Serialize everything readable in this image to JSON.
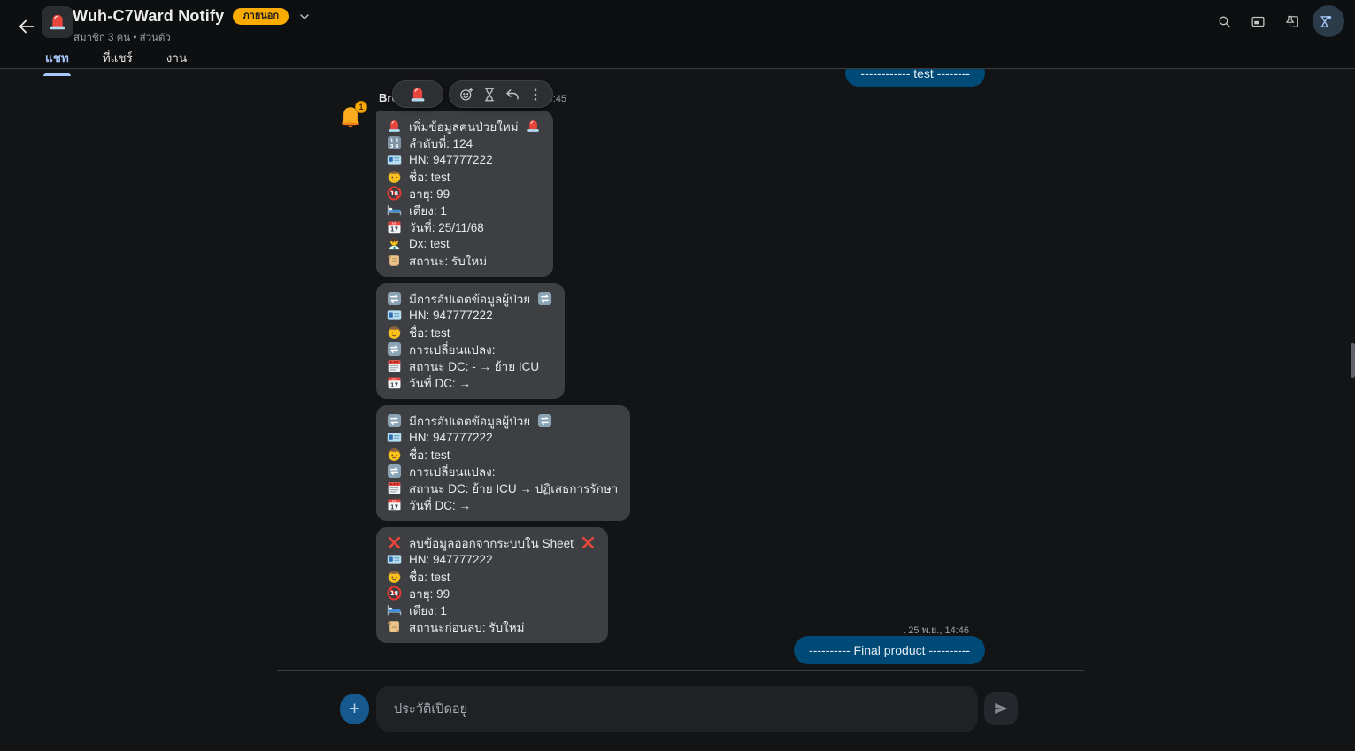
{
  "header": {
    "title": "Wuh-C7Ward Notify",
    "badge": "ภายนอก",
    "subtitle": "สมาชิก 3 คน  •  ส่วนตัว",
    "tabs": [
      {
        "label": "แชท",
        "active": true
      },
      {
        "label": "ที่แชร์",
        "active": false
      },
      {
        "label": "งาน",
        "active": false
      }
    ],
    "actions": [
      {
        "name": "search",
        "icon": "search-icon",
        "active": false
      },
      {
        "name": "picture-in-picture",
        "icon": "pip-icon",
        "active": false
      },
      {
        "name": "pin",
        "icon": "pin-icon",
        "active": false
      },
      {
        "name": "history",
        "icon": "hourglass-dot-icon",
        "active": true
      }
    ]
  },
  "colors": {
    "accent_blue": "#a8c7fa",
    "own_bubble": "#004a77",
    "incoming_bubble": "#3d3f42",
    "badge_bg": "#f9ab00",
    "muted_text": "#9aa0a6"
  },
  "chat": {
    "own_top_message": {
      "text": "------------ test --------"
    },
    "incoming_group": {
      "avatar_icon": "bell-notification",
      "avatar_badge": "1",
      "sender_visible": "Brow",
      "time_visible": "14:45",
      "messages": [
        {
          "lines": [
            {
              "icon": "siren",
              "text": "เพิ่มข้อมูลคนป่วยใหม่",
              "trail_icon": "siren"
            },
            {
              "icon": "numbers",
              "text": "ลำดับที่: 124"
            },
            {
              "icon": "id-card",
              "text": "HN: 947777222"
            },
            {
              "icon": "person",
              "text": "ชื่อ: test"
            },
            {
              "icon": "no-18",
              "text": "อายุ: 99"
            },
            {
              "icon": "bed",
              "text": "เตียง: 1"
            },
            {
              "icon": "calendar",
              "text": "วันที่: 25/11/68"
            },
            {
              "icon": "health-worker",
              "text": "Dx: test"
            },
            {
              "icon": "scroll",
              "text": "สถานะ: รับใหม่"
            }
          ]
        },
        {
          "lines": [
            {
              "icon": "arrows",
              "text": "มีการอัปเดตข้อมูลผู้ป่วย",
              "trail_icon": "arrows"
            },
            {
              "icon": "id-card",
              "text": "HN: 947777222"
            },
            {
              "icon": "person",
              "text": "ชื่อ: test"
            },
            {
              "icon": "arrows",
              "text": "การเปลี่ยนแปลง:"
            },
            {
              "icon": "spiral-calendar",
              "text": "สถานะ DC: - → ย้าย ICU"
            },
            {
              "icon": "calendar",
              "text": "วันที่ DC:  →"
            }
          ]
        },
        {
          "lines": [
            {
              "icon": "arrows",
              "text": "มีการอัปเดตข้อมูลผู้ป่วย",
              "trail_icon": "arrows"
            },
            {
              "icon": "id-card",
              "text": "HN: 947777222"
            },
            {
              "icon": "person",
              "text": "ชื่อ: test"
            },
            {
              "icon": "arrows",
              "text": "การเปลี่ยนแปลง:"
            },
            {
              "icon": "spiral-calendar",
              "text": "สถานะ DC: ย้าย ICU → ปฏิเสธการรักษา"
            },
            {
              "icon": "calendar",
              "text": "วันที่ DC:  →"
            }
          ]
        },
        {
          "lines": [
            {
              "icon": "cross",
              "text": "ลบข้อมูลออกจากระบบใน Sheet",
              "trail_icon": "cross"
            },
            {
              "icon": "id-card",
              "text": "HN: 947777222"
            },
            {
              "icon": "person",
              "text": "ชื่อ: test"
            },
            {
              "icon": "no-18",
              "text": "อายุ: 99"
            },
            {
              "icon": "bed",
              "text": "เตียง: 1"
            },
            {
              "icon": "scroll",
              "text": "สถานะก่อนลบ: รับใหม่"
            }
          ]
        }
      ]
    },
    "hover_toolbar": {
      "quick_reaction_icon": "siren",
      "actions": [
        {
          "name": "add-reaction",
          "icon": "emoji-add-icon"
        },
        {
          "name": "expiring-message",
          "icon": "hourglass-icon"
        },
        {
          "name": "reply",
          "icon": "reply-icon"
        },
        {
          "name": "more-options",
          "icon": "more-vert-icon"
        }
      ]
    },
    "own_bottom_message": {
      "meta": ". 25 พ.ย., 14:46",
      "text": "---------- Final product ----------"
    }
  },
  "composer": {
    "add_label": "+",
    "placeholder": "ประวัติเปิดอยู่"
  }
}
